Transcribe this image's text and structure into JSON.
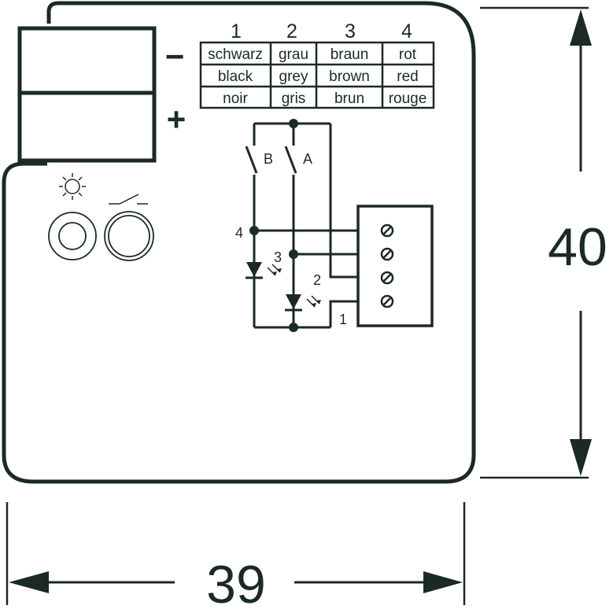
{
  "terminal_block": {
    "minus_sign": "−",
    "plus_sign": "+"
  },
  "wire_table": {
    "numbers": [
      "1",
      "2",
      "3",
      "4"
    ],
    "rows": [
      [
        "schwarz",
        "grau",
        "braun",
        "rot"
      ],
      [
        "black",
        "grey",
        "brown",
        "red"
      ],
      [
        "noir",
        "gris",
        "brun",
        "rouge"
      ]
    ]
  },
  "circuit": {
    "switch_b_label": "B",
    "switch_a_label": "A",
    "node_labels": {
      "n4": "4",
      "n3": "3",
      "n2": "2",
      "n1": "1"
    }
  },
  "dimensions": {
    "width": "39",
    "height": "40"
  },
  "colors": {
    "line": "#1b2a22",
    "background": "#ffffff"
  }
}
